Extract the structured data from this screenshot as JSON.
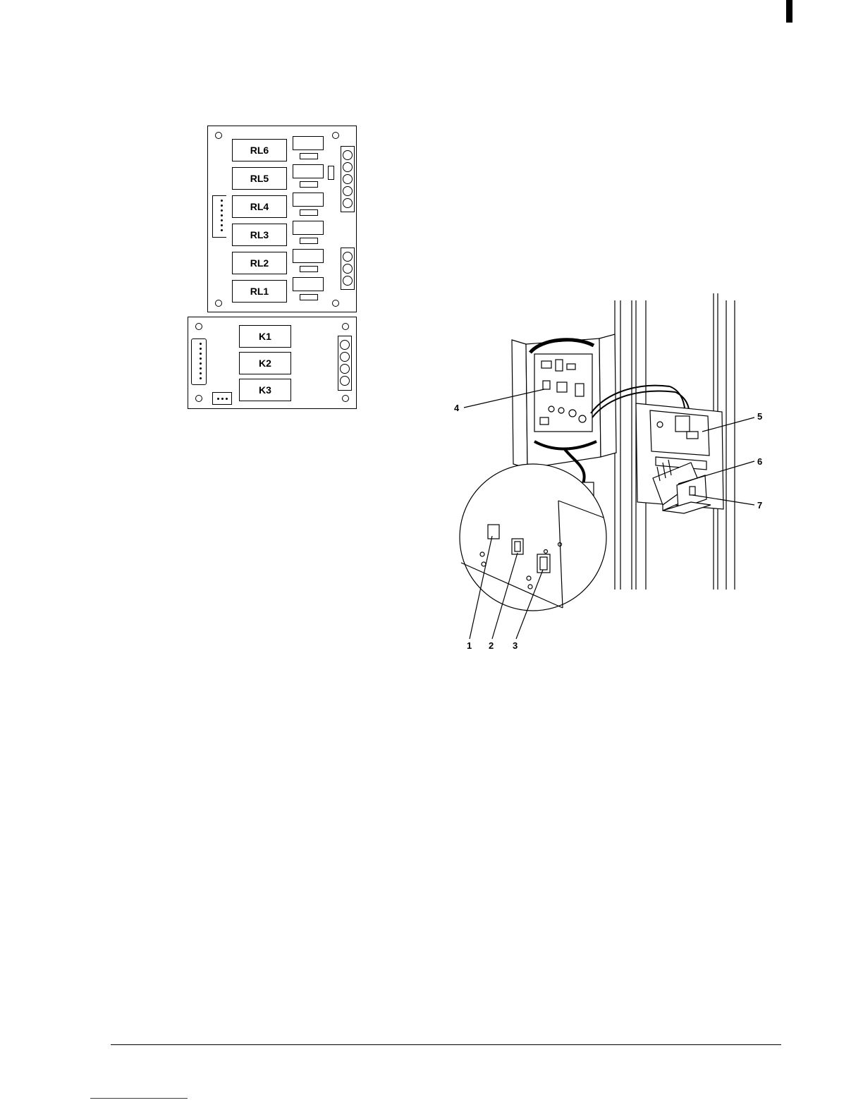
{
  "relay_board_a": {
    "relays": [
      "RL6",
      "RL5",
      "RL4",
      "RL3",
      "RL2",
      "RL1"
    ]
  },
  "relay_board_b": {
    "relays": [
      "K1",
      "K2",
      "K3"
    ]
  },
  "assembly": {
    "callouts": [
      "1",
      "2",
      "3",
      "4",
      "5",
      "6",
      "7"
    ]
  }
}
